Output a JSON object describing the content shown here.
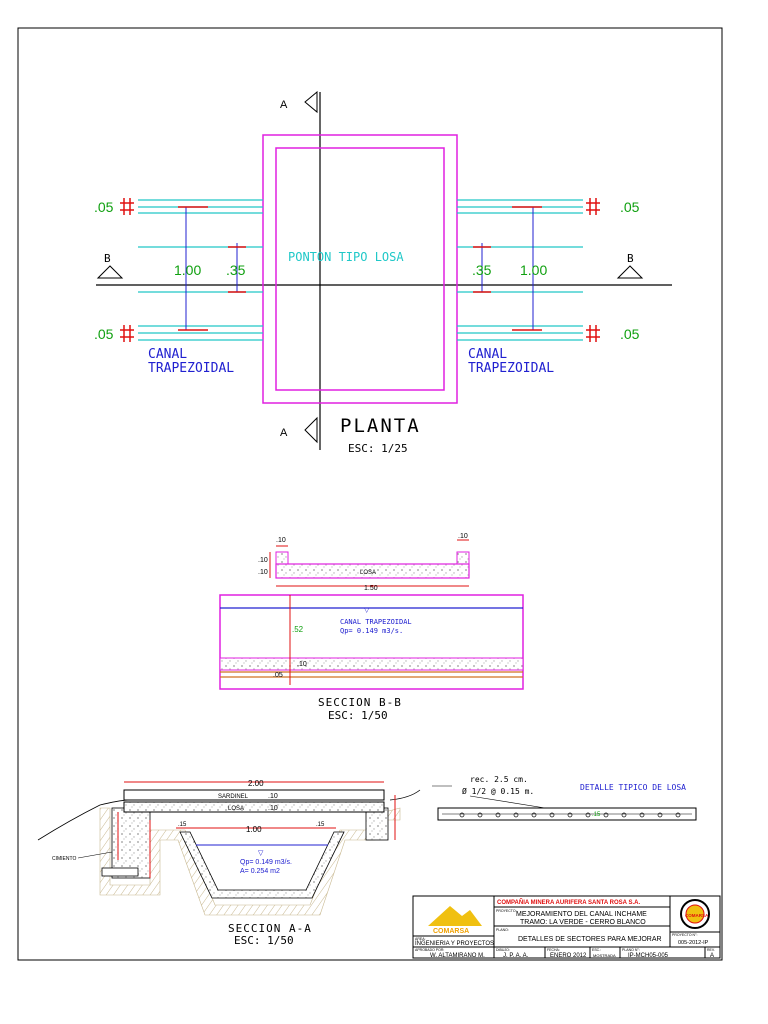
{
  "colors": {
    "magenta": "#e020e0",
    "cyan": "#20c8c8",
    "red": "#e01010",
    "green": "#10a010",
    "blue": "#2020d0",
    "black": "#000000",
    "orange": "#d07020",
    "yellow": "#f0c010"
  },
  "planta": {
    "section_marker_a": "A",
    "section_marker_b": "B",
    "label_center": "PONTON TIPO LOSA",
    "canal_label_line1": "CANAL",
    "canal_label_line2": "TRAPEZOIDAL",
    "dim_05": ".05",
    "dim_100": "1.00",
    "dim_035": ".35",
    "title": "PLANTA",
    "scale": "ESC: 1/25"
  },
  "seccion_bb": {
    "dim_010": ".10",
    "losa_label": "LOSA",
    "dim_150": "1.50",
    "canal_label_line1": "CANAL TRAPEZOIDAL",
    "canal_label_line2": "Qp= 0.149 m3/s.",
    "dim_052": ".52",
    "dim_010b": ".10",
    "dim_005": ".05",
    "title": "SECCION B-B",
    "scale": "ESC: 1/50"
  },
  "seccion_aa": {
    "dim_200": "2.00",
    "sardinel_label": "SARDINEL",
    "losa_label": "LOSA",
    "dim_010": ".10",
    "dim_100": "1.00",
    "dim_015": ".15",
    "flow_line1": "Qp= 0.149 m3/s.",
    "flow_line2": "A= 0.254 m2",
    "cimiento_label": "CIMIENTO",
    "title": "SECCION A-A",
    "scale": "ESC: 1/50"
  },
  "detalle": {
    "rec_label": "rec. 2.5 cm.",
    "bar_label": "Ø 1/2 @ 0.15 m.",
    "title": "DETALLE TIPICO DE LOSA",
    "dim": ".15"
  },
  "title_block": {
    "company": "COMPAÑIA MINERA AURIFERA SANTA ROSA S.A.",
    "logo_text": "COMARSA",
    "proyecto_caption": "PROYECTO:",
    "proyecto_line1": "MEJORAMIENTO DEL CANAL INCHAME",
    "proyecto_line2": "TRAMO: LA VERDE - CERRO BLANCO",
    "plano_caption": "PLANO:",
    "plano": "DETALLES DE SECTORES PARA MEJORAR",
    "area_caption": "AREA:",
    "area": "INGENIERIA Y PROYECTOS",
    "aprobado_caption": "APROBADO POR:",
    "aprobado": "W. ALTAMIRANO M.",
    "dibujo_caption": "DIBUJO:",
    "dibujo": "J. P. A. A.",
    "fecha_caption": "FECHA:",
    "fecha": "ENERO 2012",
    "escala_caption": "ESC.:",
    "escala": "MOSTRADA",
    "plano_num_caption": "PLANO N°:",
    "plano_num": "IP-MCH05-005",
    "rev_caption": "REV.",
    "rev": "A",
    "proyecto_num_caption": "PROYECTO N°:",
    "proyecto_num": "005-2012-IP",
    "seal_text": "COMARSA"
  }
}
